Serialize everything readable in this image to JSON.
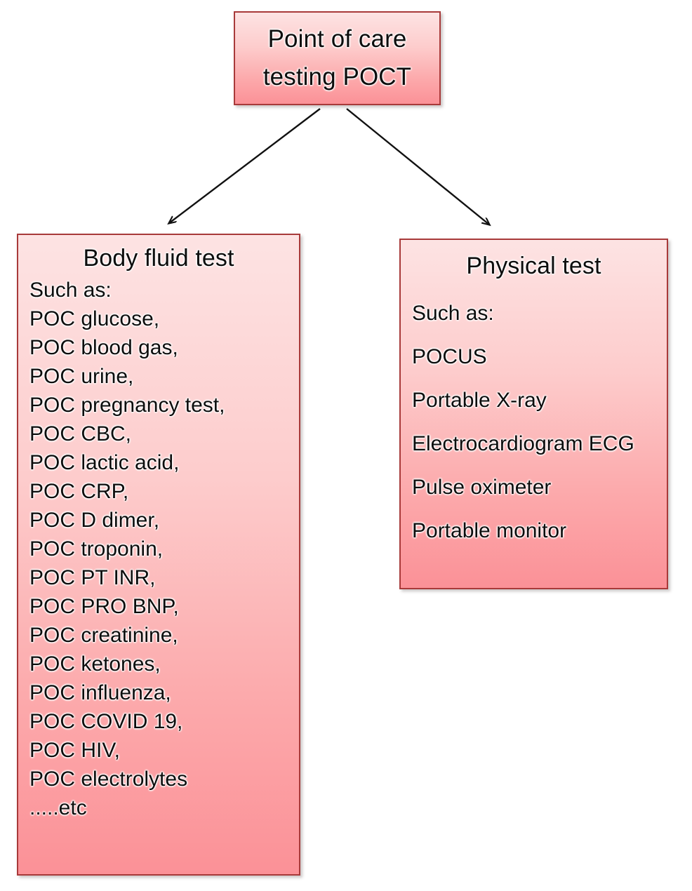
{
  "diagram": {
    "type": "tree-diagram",
    "root": {
      "title": "Point of care\ntesting POCT",
      "title_line1": "Point of care",
      "title_line2": "testing POCT"
    },
    "branches": [
      {
        "id": "body-fluid",
        "title": "Body fluid test",
        "items": [
          "Such as:",
          "POC glucose,",
          "POC blood gas,",
          "POC urine,",
          "POC pregnancy test,",
          "POC CBC,",
          "POC lactic acid,",
          "POC CRP,",
          "POC D dimer,",
          "POC troponin,",
          "POC PT INR,",
          "POC PRO BNP,",
          "POC creatinine,",
          "POC ketones,",
          "POC influenza,",
          "POC COVID 19,",
          "POC HIV,",
          "POC electrolytes",
          ".....etc"
        ]
      },
      {
        "id": "physical",
        "title": "Physical test",
        "items": [
          "Such as:",
          "POCUS",
          "Portable X-ray",
          "Electrocardiogram ECG",
          "Pulse oximeter",
          "Portable monitor"
        ]
      }
    ],
    "connectors": [
      {
        "name": "arrow-to-body-fluid"
      },
      {
        "name": "arrow-to-physical"
      }
    ]
  },
  "colors": {
    "box_border": "#a83a3a",
    "box_fill_top": "#fde3e3",
    "box_fill_bottom": "#fb9197",
    "text": "#0d0d0d",
    "arrow": "#111111",
    "background": "#ffffff"
  }
}
